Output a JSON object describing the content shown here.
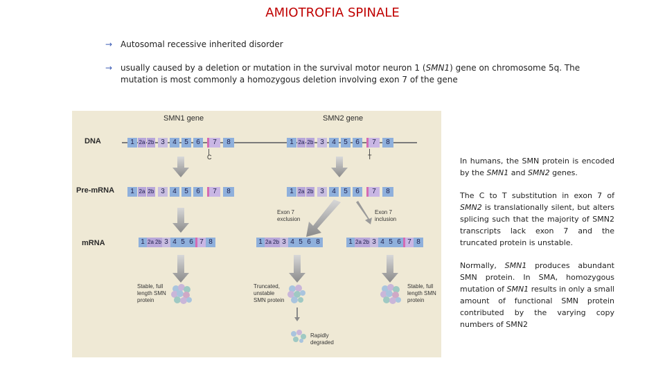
{
  "title": "AMIOTROFIA SPINALE",
  "bullets": [
    {
      "arrow": "→",
      "text": "Autosomal recessive inherited disorder"
    },
    {
      "arrow": "→",
      "text_parts": [
        "usually caused by a deletion or mutation in the survival motor neuron 1 (",
        "SMN1",
        ") gene on chromosome 5q. The mutation is most commonly a homozygous deletion involving exon 7 of the gene"
      ]
    }
  ],
  "figure": {
    "gene_labels": [
      "SMN1 gene",
      "SMN2 gene"
    ],
    "row_labels": [
      "DNA",
      "Pre-mRNA",
      "mRNA"
    ],
    "exons": [
      "1",
      "2a",
      "2b",
      "3",
      "4",
      "5",
      "6",
      "7",
      "8"
    ],
    "nucleotides": [
      "C",
      "T"
    ],
    "splice_labels": [
      "Exon 7\nexclusion",
      "Exon 7\ninclusion"
    ],
    "outcomes": [
      "Stable, full\nlength SMN\nprotein",
      "Truncated,\nunstable\nSMN protein",
      "Stable, full\nlength SMN\nprotein",
      "Rapidly\ndegraded"
    ],
    "colors": {
      "exon_blue": "#8fb0dc",
      "exon_purple": "#b8a7d9",
      "exon7_marker": "#d36bb3",
      "panel_bg": "#efe9d5",
      "arrow_grey": "#8e8e8e"
    }
  },
  "side_text": [
    {
      "parts": [
        "In humans, the SMN protein is encoded by the ",
        "SMN1",
        " and ",
        "SMN2",
        " genes."
      ]
    },
    {
      "parts": [
        " The C to T substitution in exon 7 of ",
        "SMN2",
        " is translationally silent, but alters splicing such that the majority of SMN2 transcripts lack exon 7 and the truncated protein is unstable."
      ]
    },
    {
      "parts": [
        "Normally, ",
        "SMN1",
        " produces abundant SMN protein. In SMA, homozygous mutation of ",
        "SMN1",
        " results in only a small amount of functional SMN protein contributed by the varying copy numbers of SMN2"
      ]
    }
  ]
}
